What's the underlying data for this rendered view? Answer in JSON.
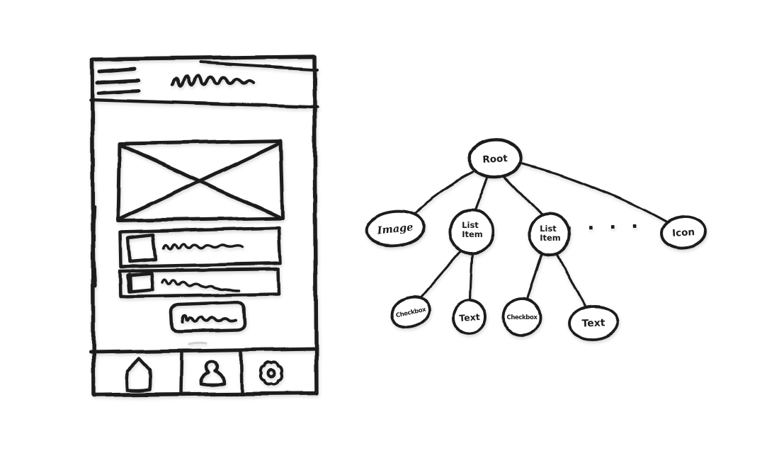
{
  "colors": {
    "ink": "#1d1d1d",
    "background": "#ffffff",
    "pencil_faint": "#bfbfbf"
  },
  "wireframe": {
    "icons": {
      "menu": "hamburger-icon",
      "image_placeholder": "crossed-rectangle-icon",
      "checkbox_1": "checkbox-icon",
      "checkbox_2": "checkbox-icon",
      "nav_home": "home-icon",
      "nav_profile": "person-icon",
      "nav_settings": "gear-icon"
    }
  },
  "tree": {
    "ellipsis": "· · · ·",
    "nodes": {
      "root": {
        "label": "Root",
        "lines": [
          "Root"
        ]
      },
      "image": {
        "label": "Image",
        "lines": [
          "Image"
        ]
      },
      "list_item_1": {
        "label": "List Item",
        "lines": [
          "List",
          "Item"
        ]
      },
      "list_item_2": {
        "label": "List Item",
        "lines": [
          "List",
          "Item"
        ]
      },
      "icon": {
        "label": "Icon",
        "lines": [
          "Icon"
        ]
      },
      "checkbox_1": {
        "label": "Checkbox",
        "lines": [
          "Checkbox"
        ]
      },
      "text_1": {
        "label": "Text",
        "lines": [
          "Text"
        ]
      },
      "checkbox_2": {
        "label": "Checkbox",
        "lines": [
          "Checkbox"
        ]
      },
      "text_2": {
        "label": "Text",
        "lines": [
          "Text"
        ]
      }
    },
    "edges": [
      [
        "root",
        "image"
      ],
      [
        "root",
        "list_item_1"
      ],
      [
        "root",
        "list_item_2"
      ],
      [
        "root",
        "icon"
      ],
      [
        "list_item_1",
        "checkbox_1"
      ],
      [
        "list_item_1",
        "text_1"
      ],
      [
        "list_item_2",
        "checkbox_2"
      ],
      [
        "list_item_2",
        "text_2"
      ]
    ]
  }
}
